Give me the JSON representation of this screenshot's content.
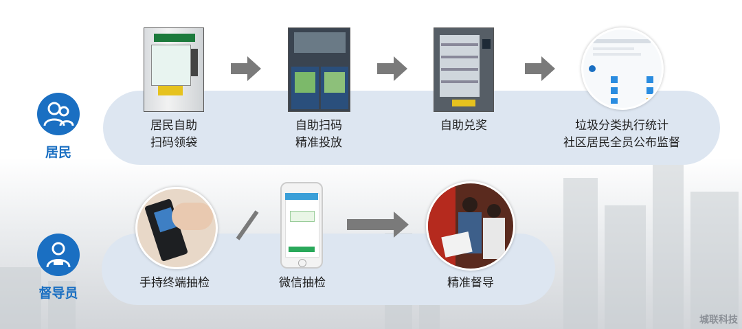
{
  "resident": {
    "role_label": "居民",
    "steps": [
      {
        "line1": "居民自助",
        "line2": "扫码领袋"
      },
      {
        "line1": "自助扫码",
        "line2": "精准投放"
      },
      {
        "line1": "自助兑奖",
        "line2": ""
      },
      {
        "line1": "垃圾分类执行统计",
        "line2": "社区居民全员公布监督"
      }
    ]
  },
  "supervisor": {
    "role_label": "督导员",
    "steps": [
      {
        "line1": "手持终端抽检"
      },
      {
        "line1": "微信抽检"
      },
      {
        "line1": "精准督导"
      }
    ]
  },
  "brand": "城联科技",
  "colors": {
    "accent": "#1a6fc2",
    "band": "#dde6f1",
    "arrow": "#7a7a7a"
  }
}
